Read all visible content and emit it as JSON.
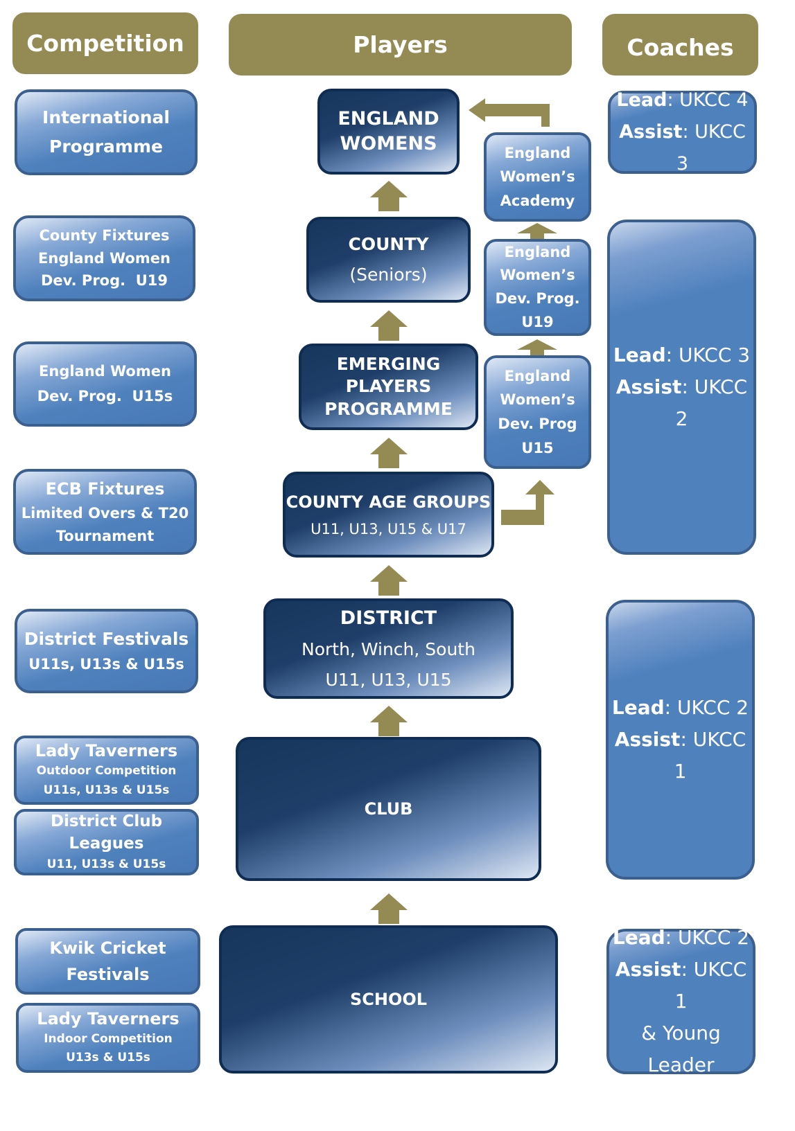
{
  "headers": {
    "competition": "Competition",
    "players": "Players",
    "coaches": "Coaches"
  },
  "competition": {
    "international": [
      "International",
      "Programme"
    ],
    "county_fixtures": [
      "County Fixtures",
      "England Women",
      "Dev. Prog.  U19"
    ],
    "dev_u15": [
      "England Women",
      "Dev. Prog.  U15s"
    ],
    "ecb": [
      "ECB Fixtures",
      "Limited Overs & T20",
      "Tournament"
    ],
    "district_festivals": [
      "District Festivals",
      "U11s, U13s & U15s"
    ],
    "lady_outdoor": [
      "Lady Taverners",
      "Outdoor Competition",
      "U11s, U13s & U15s"
    ],
    "district_club": [
      "District Club Leagues",
      "U11, U13s & U15s"
    ],
    "kwik": [
      "Kwik Cricket",
      "Festivals"
    ],
    "lady_indoor": [
      "Lady Taverners",
      "Indoor Competition",
      "U13s & U15s"
    ]
  },
  "players": {
    "england": [
      "ENGLAND",
      "WOMENS"
    ],
    "county": [
      "COUNTY",
      "(Seniors)"
    ],
    "emerging": [
      "EMERGING",
      "PLAYERS",
      "PROGRAMME"
    ],
    "age_groups": [
      "COUNTY AGE GROUPS",
      "U11, U13, U15 & U17"
    ],
    "district": [
      "DISTRICT",
      "North, Winch, South",
      "U11, U13, U15"
    ],
    "club": "CLUB",
    "school": "SCHOOL"
  },
  "academy": {
    "academy": [
      "England",
      "Women’s",
      "Academy"
    ],
    "dev_u19": [
      "England",
      "Women’s",
      "Dev. Prog.",
      "U19"
    ],
    "dev_u15": [
      "England",
      "Women’s",
      "Dev. Prog",
      "U15"
    ]
  },
  "coaches": {
    "lead_label": "Lead",
    "assist_label": "Assist",
    "c1": {
      "lead": ": UKCC 4",
      "assist": ": UKCC 3"
    },
    "c2": {
      "lead": ": UKCC 3",
      "assist": ": UKCC 2"
    },
    "c3": {
      "lead": ": UKCC 2",
      "assist": ": UKCC 1"
    },
    "c4": {
      "lead": ": UKCC 2",
      "assist": ": UKCC 1",
      "extra1": "& Young",
      "extra2": "Leader"
    }
  },
  "colors": {
    "header": "#948a54",
    "arrow": "#948a54",
    "competition_box": "#4f81bd",
    "players_box": "#16365c"
  }
}
